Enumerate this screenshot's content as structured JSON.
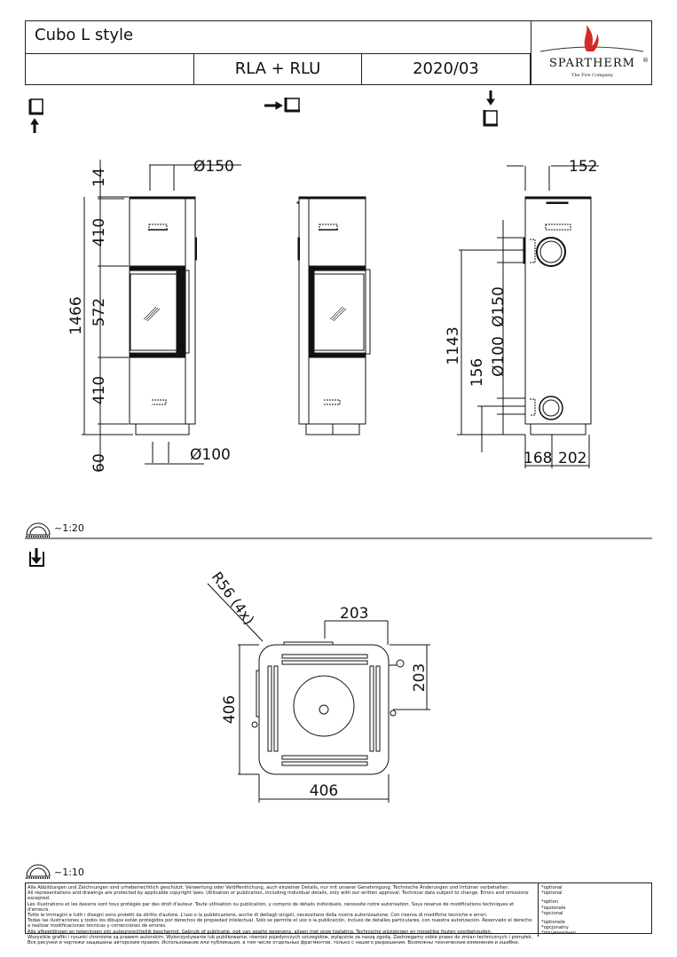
{
  "header": {
    "title": "Cubo L style",
    "model": "RLA + RLU",
    "date": "2020/03",
    "logo": {
      "brand": "SPARTHERM",
      "tagline": "The Fire Company",
      "registered": "®",
      "flame_color": "#d42a27"
    }
  },
  "view_icons": [
    "view-front-icon",
    "view-side-icon",
    "view-top-right-icon",
    "view-plan-icon"
  ],
  "front_view": {
    "dims": {
      "top": "14",
      "upper": "410",
      "door": "572",
      "lower": "410",
      "total": "1466",
      "base": "60",
      "flue_top": "Ø150",
      "flue_bottom": "Ø100"
    }
  },
  "right_view": {
    "dims": {
      "top_offset": "152",
      "flue_height": "1143",
      "lower_height": "156",
      "flue_150": "Ø150",
      "flue_100": "Ø100",
      "bottom_a": "168",
      "bottom_b": "202"
    }
  },
  "scale_elevation": "~1:20",
  "plan_view": {
    "dims": {
      "radius": "R56 (4x)",
      "top_offset": "203",
      "side_offset": "203",
      "depth": "406",
      "width": "406"
    }
  },
  "scale_plan": "~1:10",
  "footer": {
    "legal": [
      "Alle Abbildungen und Zeichnungen sind urheberrechtlich geschützt. Verwertung oder Veröffentlichung, auch einzelner Details, nur mit unserer Genehmigung. Technische Änderungen und Irrtümer vorbehalten.",
      "All representations and drawings are protected by applicable copyright laws. Utilisation or publication, including individual details, only with our written approval. Technical data subject to change. Errors and omissions excepted.",
      "Les illustrations et les dessins sont tous protégés par des droit d'auteur. Toute utilisation ou publication, y compris de détails individuels, nécessite notre autorisation. Sous réserve de modifications techniques et d'erreurs.",
      "Tutte le immagini e tutti i disegni sono protetti da diritto d'autore. L'uso o la pubblicazione, anche di dettagli singoli, necessitano della nostra autorizzazione. Con riserva di modifiche tecniche e errori.",
      "Todas las ilustraciones y todos los dibujos están protegidos por derechos de propiedad intelectual. Solo se permite el uso o la publicación, incluso de detalles particulares, con nuestra autorización. Reservado el derecho a realizar modificaciones técnicas y correcciones de errores.",
      "Alle afbeeldingen en tekeningen zijn auteursrechtelijk beschermd. Gebruik of publicatie, ook van aparte gegevens, alleen met onze toelating. Technische wijzigingen en mogelijke fouten voorbehouden.",
      "Wszystkie grafiki i rysunki chronione są prawem autorskim. Wykorzystywanie lub publikowanie, również pojedynczych szczegółów, wyłącznie za naszą zgodą. Zastrzegamy sobie prawo do zmian technicznych i pomyłek.",
      "Все рисунки и чертежи защищены авторским правом. Использование или публикация, в том числе отдельных фрагментов, только с нашего разрешения. Возможны технические изменения и ошибки."
    ],
    "optional": [
      "*optional",
      "*optional",
      "*option",
      "*opzionale",
      "*opcional",
      "*optionele",
      "*opcjonalny",
      "*опционально"
    ]
  }
}
